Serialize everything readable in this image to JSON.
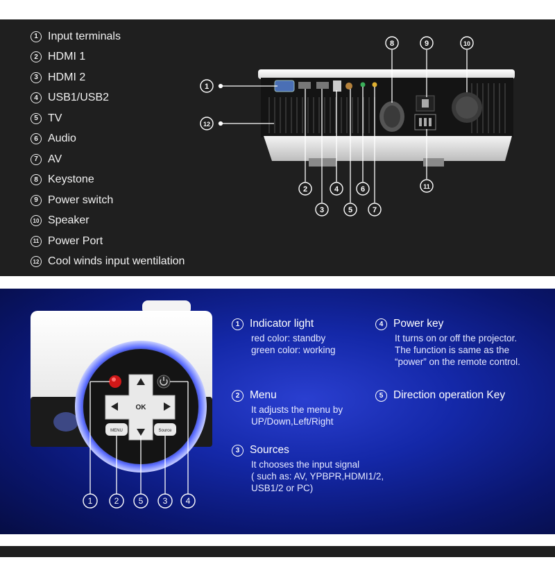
{
  "legend": [
    {
      "num": "1",
      "label": "Input terminals"
    },
    {
      "num": "2",
      "label": "HDMI 1"
    },
    {
      "num": "3",
      "label": "HDMI 2"
    },
    {
      "num": "4",
      "label": "USB1/USB2"
    },
    {
      "num": "5",
      "label": "TV"
    },
    {
      "num": "6",
      "label": "Audio"
    },
    {
      "num": "7",
      "label": "AV"
    },
    {
      "num": "8",
      "label": "Keystone"
    },
    {
      "num": "9",
      "label": "Power switch"
    },
    {
      "num": "10",
      "label": "Speaker"
    },
    {
      "num": "11",
      "label": "Power Port"
    },
    {
      "num": "12",
      "label": "Cool winds input wentilation"
    }
  ],
  "rear_callouts": {
    "c1": "1",
    "c2": "2",
    "c3": "3",
    "c4": "4",
    "c5": "5",
    "c6": "6",
    "c7": "7",
    "c8": "8",
    "c9": "9",
    "c10": "10",
    "c11": "11",
    "c12": "12"
  },
  "keypad": {
    "ok": "OK",
    "menu": "MENU",
    "source": "Source",
    "callouts": [
      "1",
      "2",
      "5",
      "3",
      "4"
    ]
  },
  "info": {
    "indicator": {
      "num": "1",
      "title": "Indicator light",
      "line1": "red color: standby",
      "line2": "green color: working"
    },
    "menu": {
      "num": "2",
      "title": "Menu",
      "line1": "It adjusts the menu by",
      "line2": "UP/Down,Left/Right"
    },
    "sources": {
      "num": "3",
      "title": "Sources",
      "line1": "It chooses the input signal",
      "line2": "( such as: AV, YPBPR,HDMI1/2,",
      "line3": "USB1/2 or PC)"
    },
    "power": {
      "num": "4",
      "title": "Power key",
      "line1": "It turns on or off the projector.",
      "line2": "The function is same as the",
      "line3": "“power” on the remote control."
    },
    "direction": {
      "num": "5",
      "title": "Direction operation Key"
    }
  },
  "colors": {
    "dark_panel": "#1f1f1f",
    "blue_panel": "#1428a8",
    "indicator_red": "#d01818"
  }
}
